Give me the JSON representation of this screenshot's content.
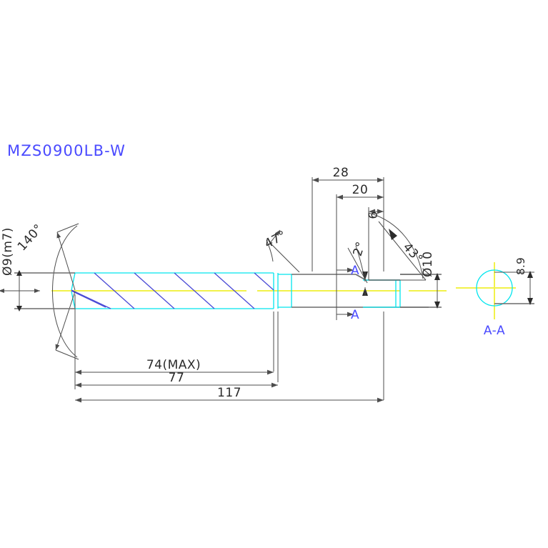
{
  "drawing": {
    "title": "MZS0900LB-W",
    "title_color": "#4a4aff",
    "background_color": "#ffffff",
    "section_view_label": "A-A",
    "section_marker_top": "A",
    "section_marker_bottom": "A"
  },
  "dimensions": {
    "shank_diameter": "Ø9(m7)",
    "point_angle": "140°",
    "flute_length_max": "74(MAX)",
    "body_length": "77",
    "overall_length": "117",
    "neck_length": "28",
    "step_length": "20",
    "tip_length": "6",
    "chamfer_angle_left": "47°",
    "taper_angle": "2°",
    "chamfer_angle_right": "43°",
    "head_diameter": "Ø10",
    "section_height": "8.9"
  },
  "colors": {
    "outline_cyan": "#00e5ee",
    "flute_blue": "#4a4ad6",
    "centerline_yellow": "#f2f24a",
    "dimension_gray": "#4d4d4d",
    "body_gray": "#6b6b6b",
    "annotation_blue": "#4a4aff"
  }
}
